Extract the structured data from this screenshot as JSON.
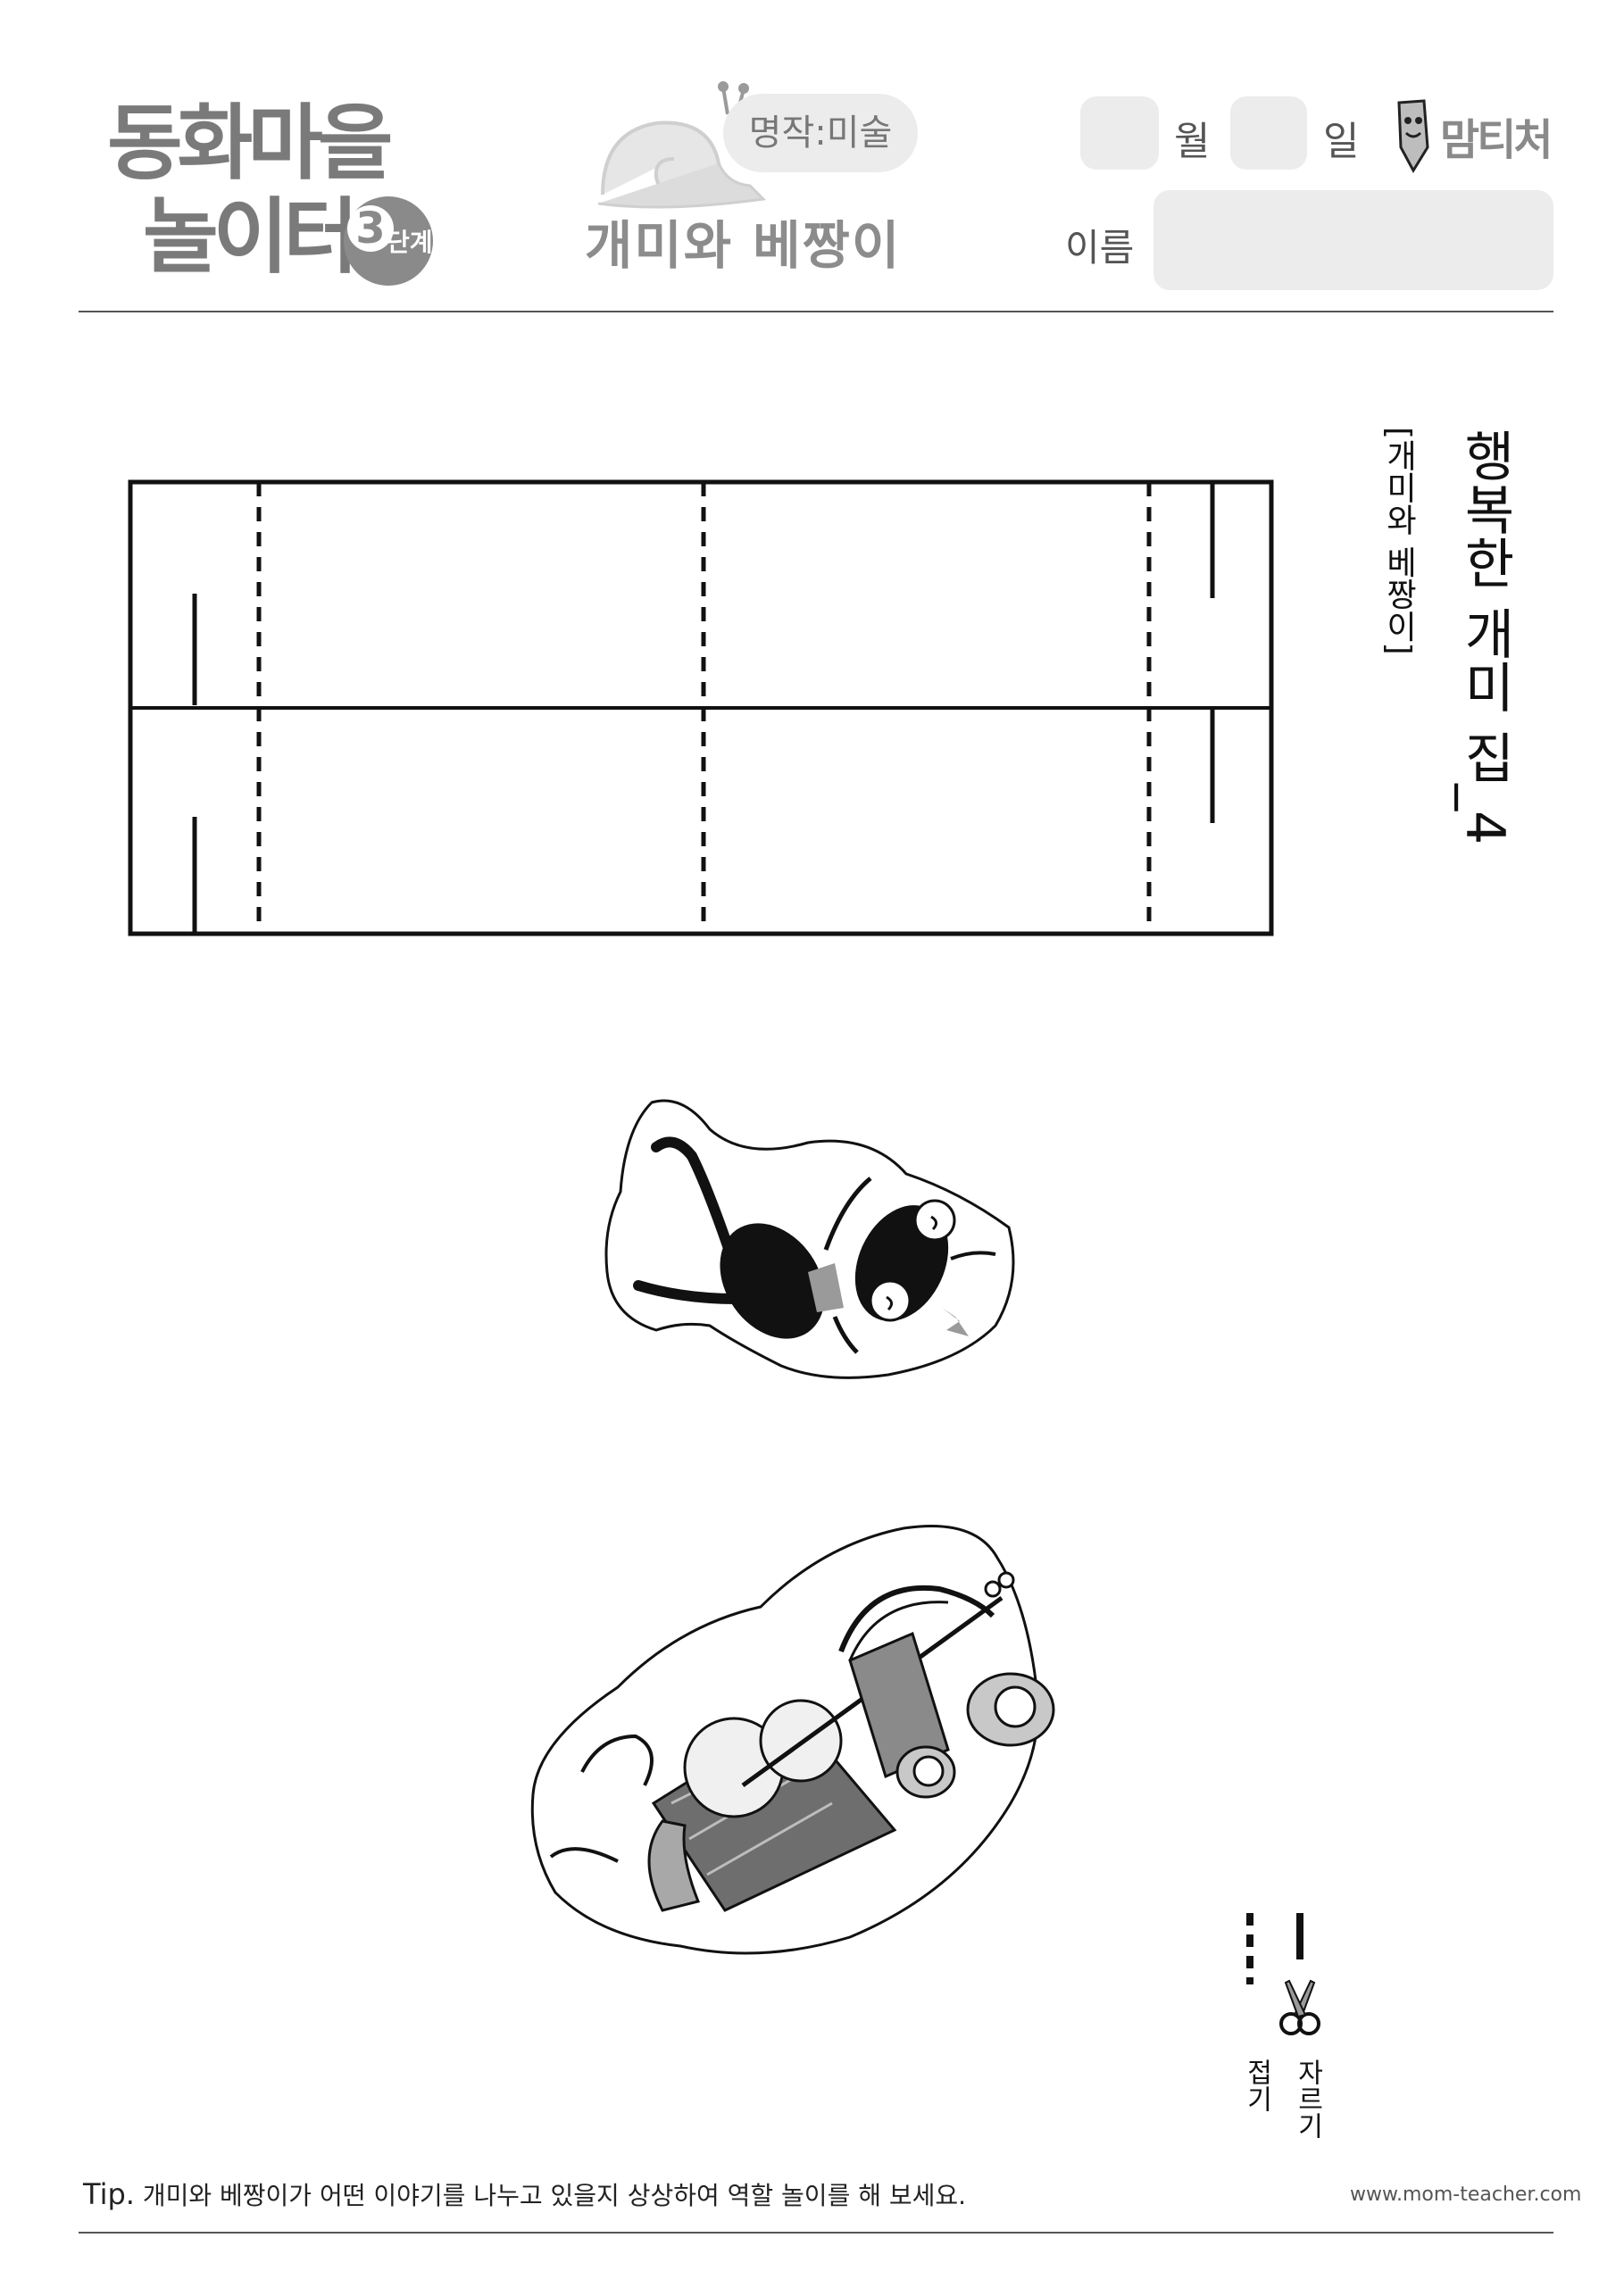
{
  "header": {
    "logo_line1": "동화마을",
    "logo_line2": "놀이터",
    "level_number": "3",
    "level_text": "단계",
    "subject": "명작:미술",
    "worksheet_title": "개미와 베짱이",
    "month_label": "월",
    "day_label": "일",
    "name_label": "이름",
    "brand": "맘티처"
  },
  "main": {
    "title": "행복한 개미 집_4",
    "subtitle": "[개미와 베짱이]"
  },
  "legend": {
    "cut_label": "자르기",
    "fold_label": "접기"
  },
  "footer": {
    "tip_label": "Tip.",
    "tip_text": "개미와 베짱이가 어떤 이야기를 나누고 있을지 상상하여 역할 놀이를 해 보세요.",
    "website": "www.mom-teacher.com"
  },
  "colors": {
    "header_gray": "#8a8a8a",
    "field_fill": "#ececec",
    "line": "#111111"
  }
}
